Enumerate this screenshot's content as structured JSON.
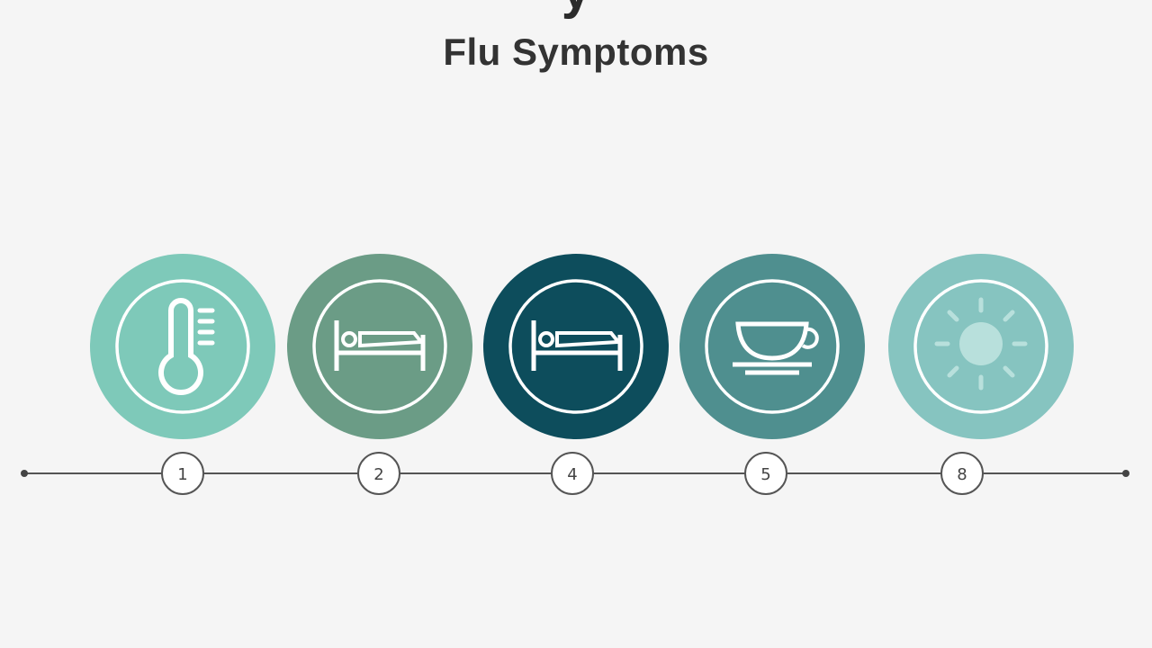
{
  "header": {
    "title_partial": "y",
    "subtitle": "Flu Symptoms"
  },
  "steps": [
    {
      "number": "1",
      "icon": "thermometer-icon",
      "color": "#7ec9b9"
    },
    {
      "number": "2",
      "icon": "bed-icon",
      "color": "#6b9c86"
    },
    {
      "number": "4",
      "icon": "bed-icon",
      "color": "#0d4d5c"
    },
    {
      "number": "5",
      "icon": "coffee-cup-icon",
      "color": "#4f8f8f"
    },
    {
      "number": "8",
      "icon": "sun-icon",
      "color": "#86c4c0"
    }
  ],
  "colors": {
    "timeline": "#555555",
    "background": "#f5f5f5"
  }
}
